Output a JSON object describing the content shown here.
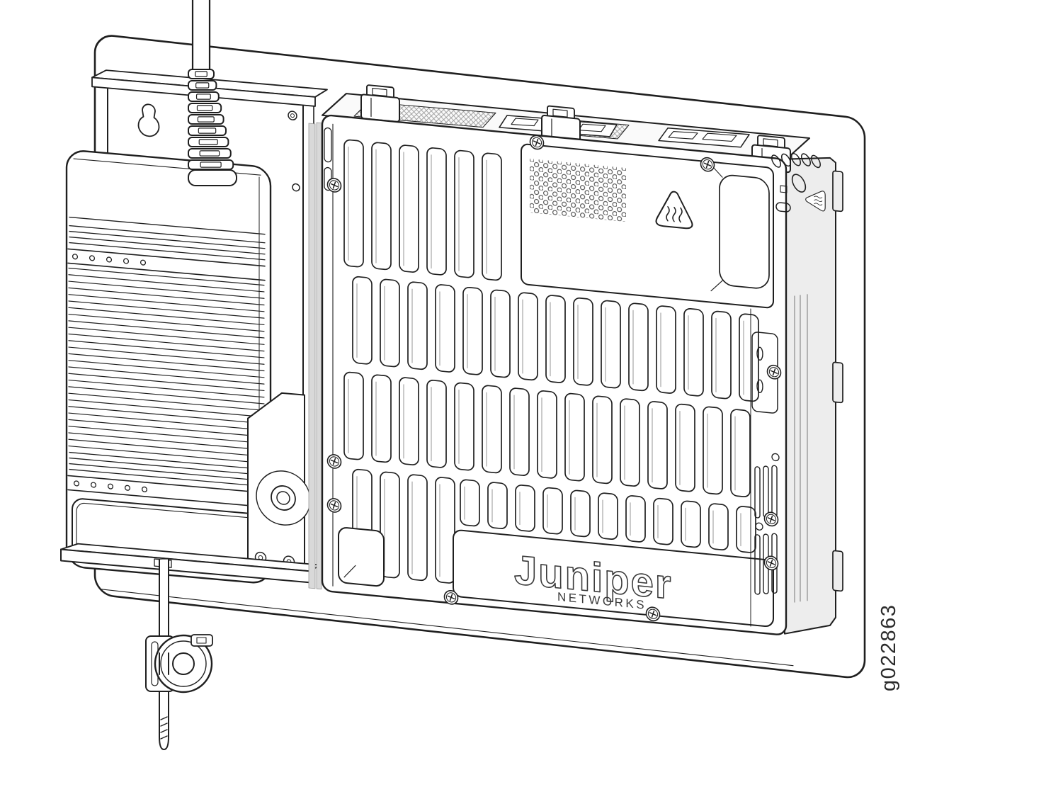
{
  "figure": {
    "id_label": "g022863",
    "background_color": "#ffffff",
    "line_color": "#1f1f1f",
    "shade_color": "#ededed"
  },
  "device": {
    "logo_text": "Juniper",
    "logo_subtext": "NETWORKS"
  },
  "icons": [
    {
      "name": "hot-surface-warning-icon",
      "shape": "rounded-triangle-with-heat-waves"
    },
    {
      "name": "hot-surface-warning-icon-side",
      "shape": "rounded-triangle-with-heat-waves"
    }
  ],
  "components": [
    {
      "name": "wall-mounting-plate"
    },
    {
      "name": "power-cable"
    },
    {
      "name": "cable-strain-relief"
    },
    {
      "name": "power-adapter"
    },
    {
      "name": "adapter-mounting-bracket"
    },
    {
      "name": "keyhole-slot"
    },
    {
      "name": "cable-grommet"
    },
    {
      "name": "bracket-bottom-shelf"
    },
    {
      "name": "cable-tie-strap"
    },
    {
      "name": "cable-clamp"
    },
    {
      "name": "services-gateway-device"
    },
    {
      "name": "device-top-panel"
    },
    {
      "name": "device-mounting-tabs"
    },
    {
      "name": "heatsink-fins"
    },
    {
      "name": "perforated-vent-panel"
    },
    {
      "name": "device-side-panel"
    },
    {
      "name": "juniper-logo-panel"
    }
  ]
}
